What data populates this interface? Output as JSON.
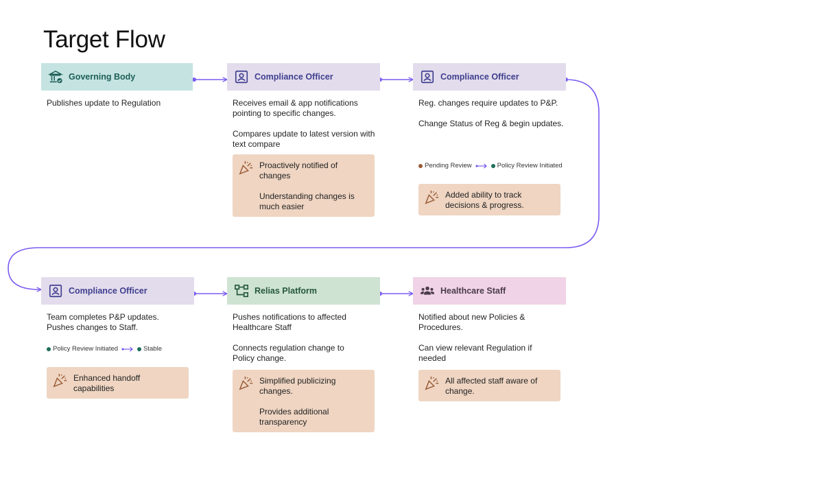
{
  "title": "Target Flow",
  "colors": {
    "arrow": "#7b5cf0",
    "governing_header": "#c5e4e1",
    "officer_header": "#e3dcec",
    "platform_header": "#cfe3d3",
    "staff_header": "#f0d3e6",
    "benefit_box": "#efd5c2",
    "pending_dot": "#9a5b37",
    "initiated_dot": "#1e6e5a"
  },
  "steps": [
    {
      "actor": "Governing Body",
      "icon": "bank-shield-icon",
      "descriptions": [
        "Publishes update to Regulation"
      ],
      "benefits": []
    },
    {
      "actor": "Compliance Officer",
      "icon": "user-badge-icon",
      "descriptions": [
        "Receives email & app notifications pointing to specific changes.",
        "Compares update to latest version with text compare"
      ],
      "benefits": [
        "Proactively notified of changes",
        "Understanding changes is much easier"
      ]
    },
    {
      "actor": "Compliance Officer",
      "icon": "user-badge-icon",
      "descriptions": [
        "Reg. changes require updates to P&P.",
        "Change Status of Reg & begin updates."
      ],
      "status": {
        "from": "Pending Review",
        "to": "Policy Review Initiated"
      },
      "benefits": [
        "Added ability to track decisions & progress."
      ]
    },
    {
      "actor": "Compliance Officer",
      "icon": "user-badge-icon",
      "descriptions": [
        "Team completes P&P updates. Pushes changes to Staff."
      ],
      "status": {
        "from": "Policy Review Initiated",
        "to": "Stable"
      },
      "benefits": [
        "Enhanced handoff capabilities"
      ]
    },
    {
      "actor": "Relias Platform",
      "icon": "workflow-icon",
      "descriptions": [
        "Pushes notifications to affected Healthcare Staff",
        "Connects regulation change to Policy change."
      ],
      "benefits": [
        "Simplified publicizing changes.",
        "Provides additional transparency"
      ]
    },
    {
      "actor": "Healthcare Staff",
      "icon": "group-icon",
      "descriptions": [
        "Notified about new Policies & Procedures.",
        "Can view relevant Regulation if needed"
      ],
      "benefits": [
        "All affected staff aware of change."
      ]
    }
  ]
}
